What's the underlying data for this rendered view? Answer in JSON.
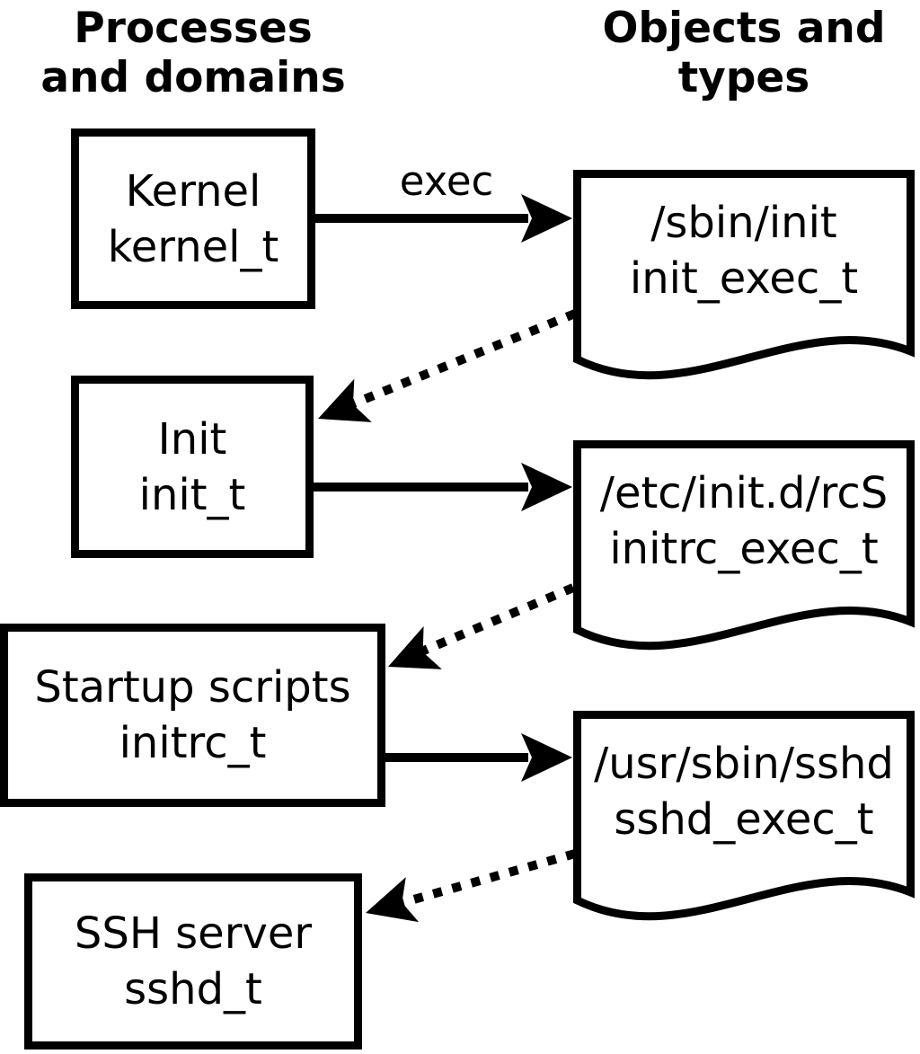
{
  "headers": {
    "left": "Processes and domains",
    "right": "Objects and types"
  },
  "arrow_label": "exec",
  "process_boxes": [
    {
      "name": "Kernel",
      "type": "kernel_t"
    },
    {
      "name": "Init",
      "type": "init_t"
    },
    {
      "name": "Startup scripts",
      "type": "initrc_t"
    },
    {
      "name": "SSH server",
      "type": "sshd_t"
    }
  ],
  "object_docs": [
    {
      "path": "/sbin/init",
      "type": "init_exec_t"
    },
    {
      "path": "/etc/init.d/rcS",
      "type": "initrc_exec_t"
    },
    {
      "path": "/usr/sbin/sshd",
      "type": "sshd_exec_t"
    }
  ],
  "colors": {
    "ink": "#000000",
    "background": "#ffffff"
  }
}
